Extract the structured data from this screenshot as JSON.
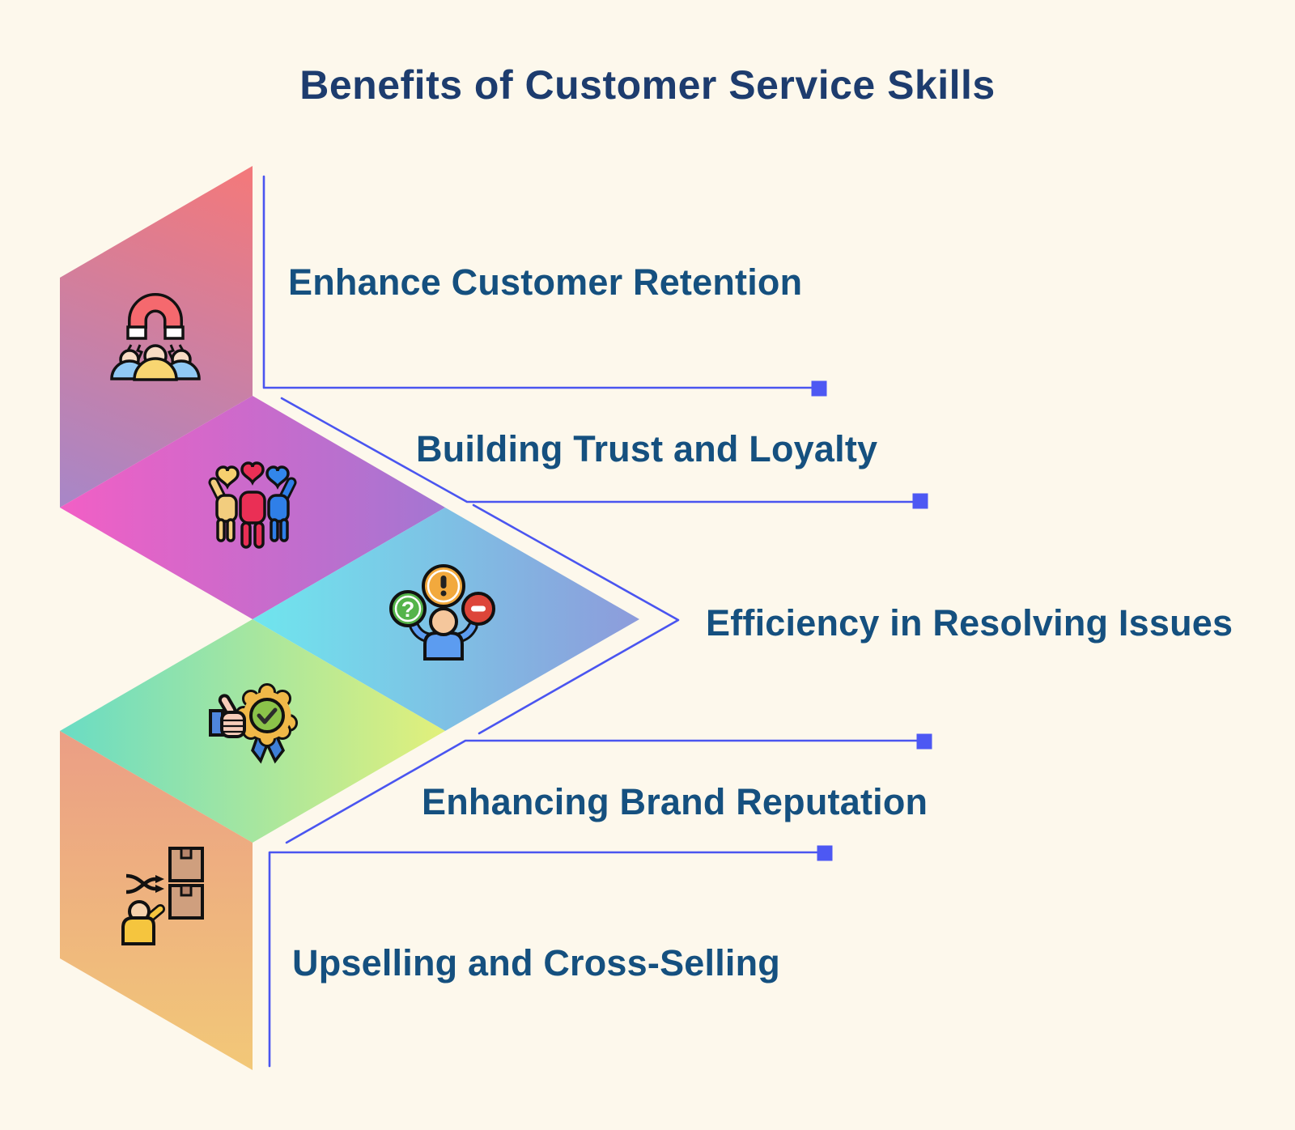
{
  "title": "Benefits of Customer Service Skills",
  "items": [
    {
      "label": "Enhance Customer Retention",
      "icon": "customer-magnet-icon"
    },
    {
      "label": "Building Trust and Loyalty",
      "icon": "team-hearts-icon"
    },
    {
      "label": "Efficiency in Resolving Issues",
      "icon": "issue-resolution-icon"
    },
    {
      "label": "Enhancing Brand Reputation",
      "icon": "award-badge-thumbs-up-icon"
    },
    {
      "label": "Upselling and Cross-Selling",
      "icon": "cross-sell-boxes-icon"
    }
  ],
  "colors": {
    "background": "#fdf8ec",
    "title_text": "#1d3c6e",
    "item_text": "#15507f",
    "connector_line": "#4a55f0",
    "connector_square": "#4d58f3",
    "shape1_top": "#f2797c",
    "shape1_bottom": "#a986c6",
    "diamond2_left": "#f25fc5",
    "diamond2_right": "#a376d2",
    "diamond3_left": "#6fe6ee",
    "diamond3_right": "#8d9bdb",
    "diamond4_left": "#69dcc4",
    "diamond4_right": "#e2f07b",
    "shape5_top": "#eb9e85",
    "shape5_bottom": "#f2c878"
  }
}
